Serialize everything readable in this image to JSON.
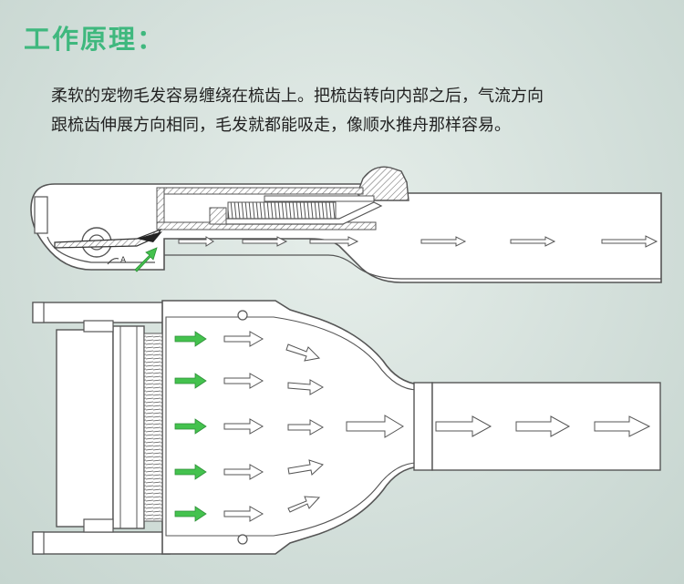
{
  "header": {
    "title": "工作原理："
  },
  "description": {
    "line1": "柔软的宠物毛发容易缠绕在梳齿上。把梳齿转向内部之后，气流方向",
    "line2": "跟梳齿伸展方向相同，毛发就都能吸走，像顺水推舟那样容易。"
  },
  "diagram": {
    "side_label": "A",
    "colors": {
      "green_arrow": "#44c24e",
      "outline": "#555555",
      "hatch": "#666666"
    }
  }
}
